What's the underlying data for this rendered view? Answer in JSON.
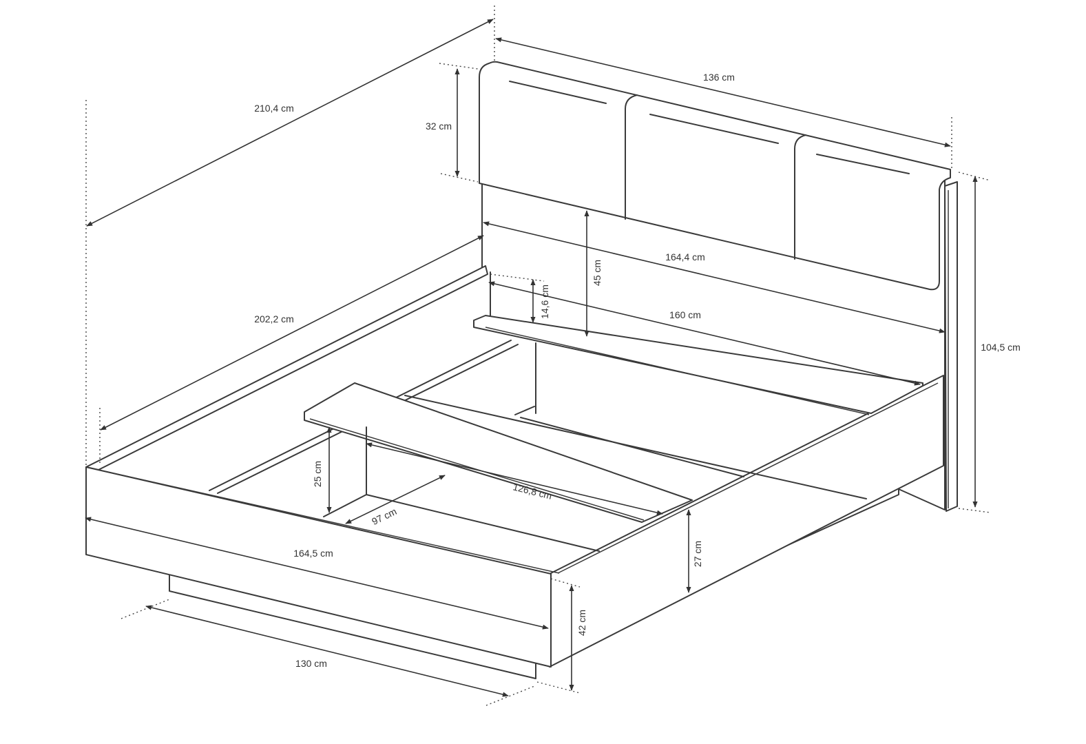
{
  "dimensions": {
    "overall_length": "210,4 cm",
    "headboard_width": "136 cm",
    "cushion_height": "32 cm",
    "overall_height": "104,5 cm",
    "inner_width": "164,4 cm",
    "headboard_height_above_frame": "45 cm",
    "shelf_height": "14,6 cm",
    "shelf_width": "160 cm",
    "frame_length": "202,2 cm",
    "storage_depth": "25 cm",
    "storage_width": "126,8 cm",
    "storage_length": "97 cm",
    "frame_width": "164,5 cm",
    "frame_height": "27 cm",
    "total_base_height": "42 cm",
    "base_width": "130 cm"
  }
}
